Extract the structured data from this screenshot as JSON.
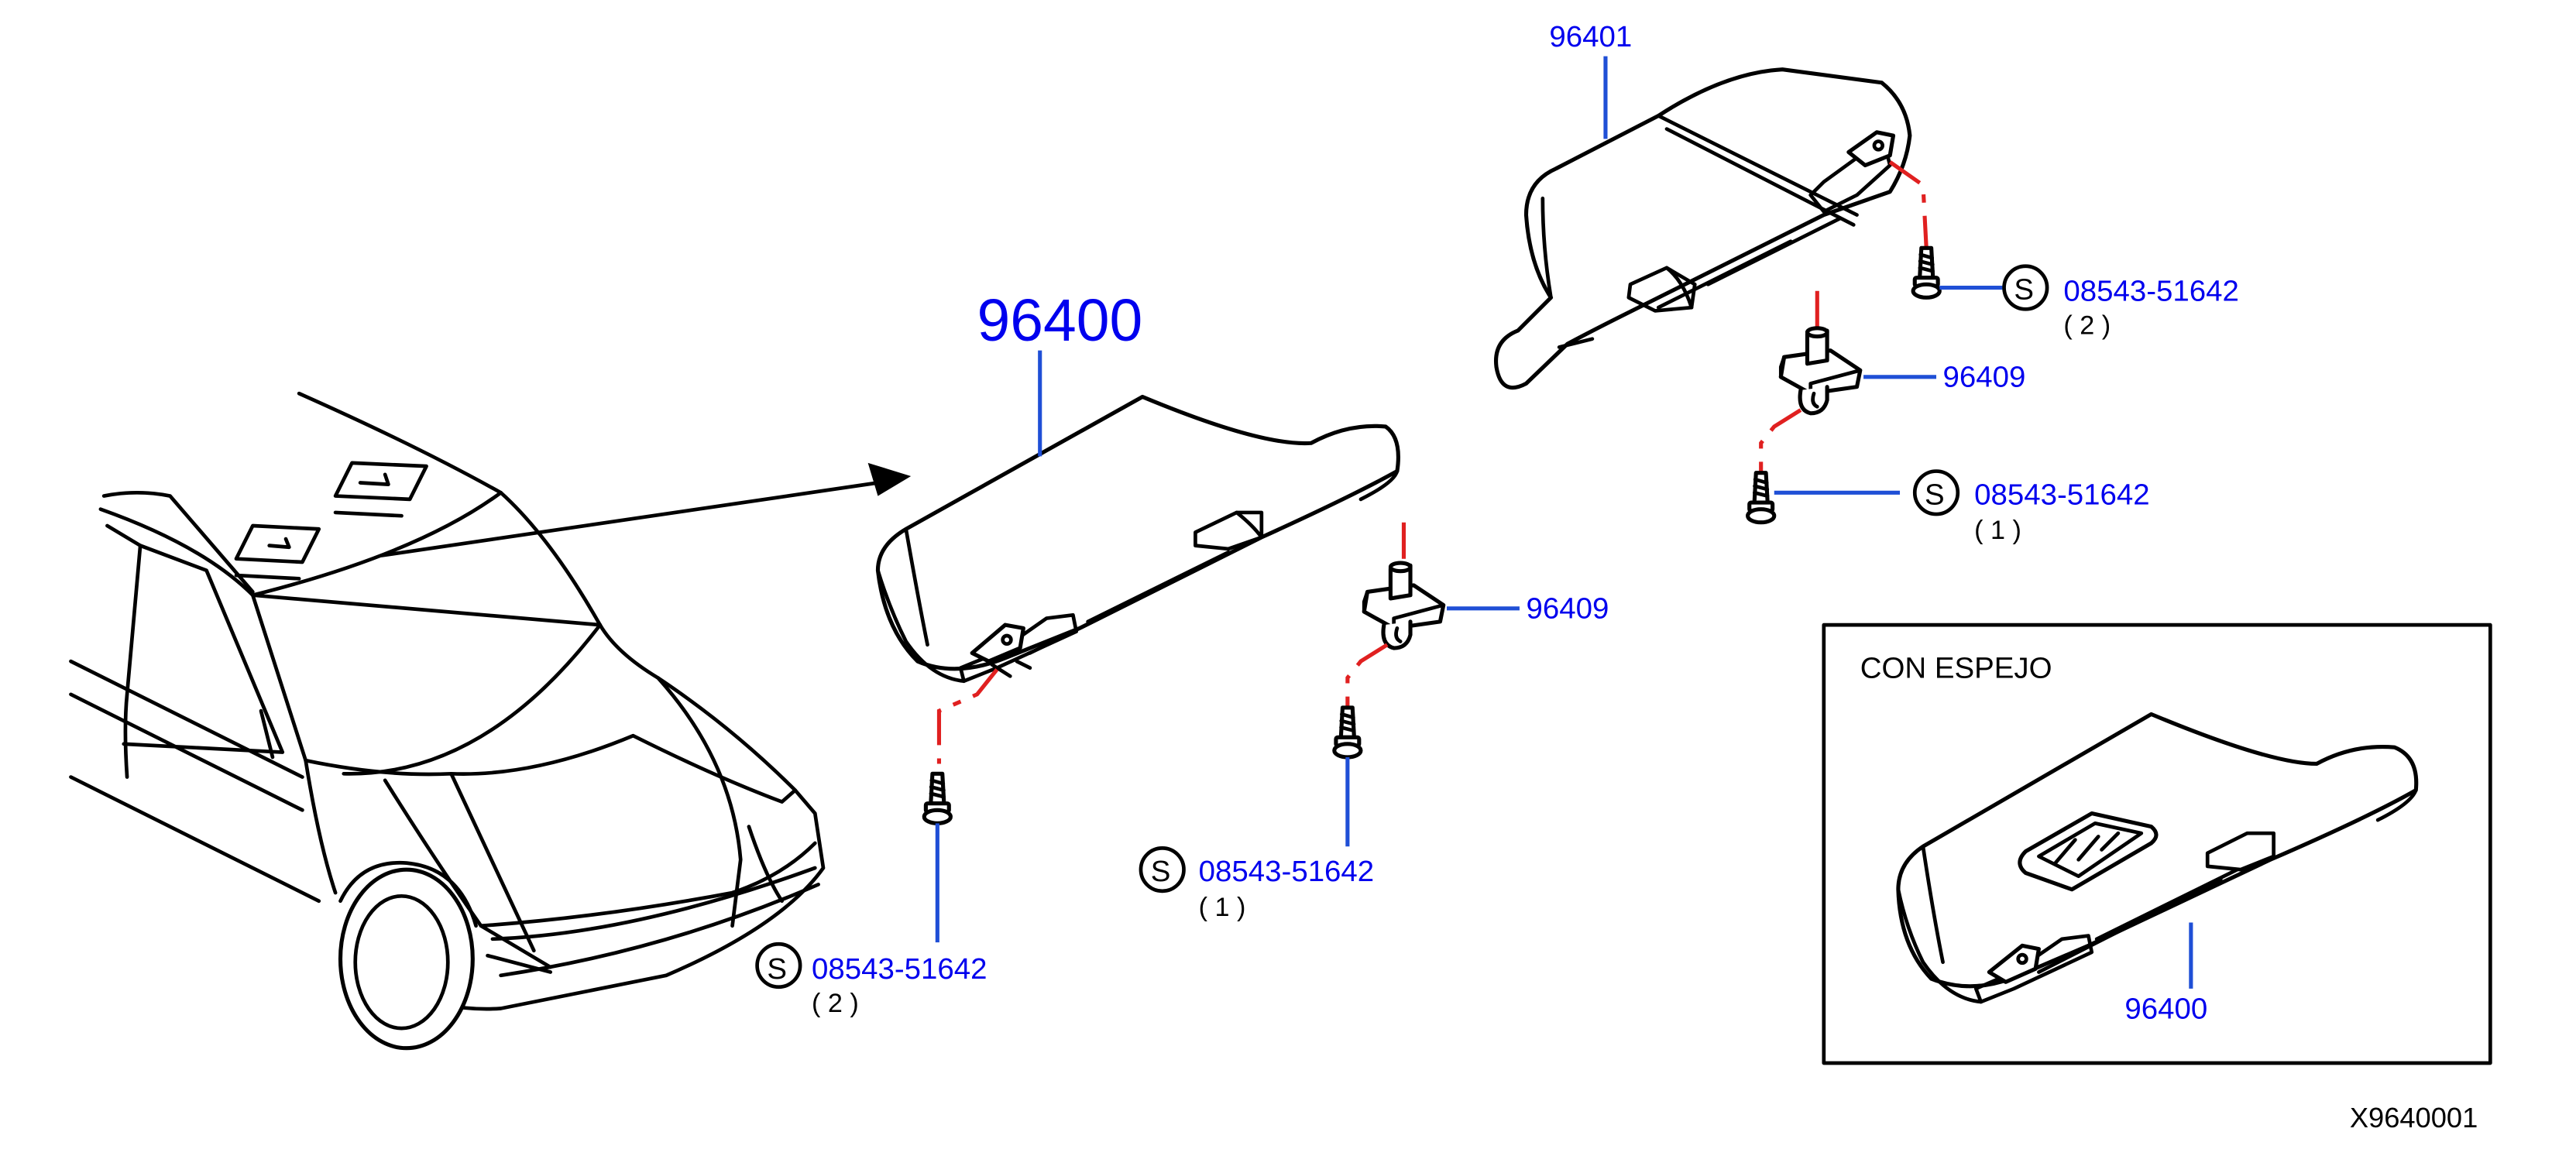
{
  "colors": {
    "part_label": "#0000ee",
    "leader": "#1f4fd6",
    "center_line": "#e02020",
    "outline": "#000000"
  },
  "labels": {
    "part_96400_left": "96400",
    "part_96401": "96401",
    "part_96409_mid": "96409",
    "part_96409_right": "96409",
    "part_96400_inset": "96400",
    "screw_a_code": "08543-51642",
    "screw_a_qty": "( 2 )",
    "screw_b_code": "08543-51642",
    "screw_b_qty": "( 1 )",
    "screw_c_code": "08543-51642",
    "screw_c_qty": "( 2 )",
    "screw_d_code": "08543-51642",
    "screw_d_qty": "( 1 )",
    "symbol_s": "S",
    "inset_title": "CON   ESPEJO",
    "drawing_id": "X9640001"
  },
  "icons": {
    "car": "car-icon",
    "visor": "sun-visor-icon",
    "clip": "visor-clip-icon",
    "screw": "screw-icon",
    "arrow": "arrow-icon"
  }
}
